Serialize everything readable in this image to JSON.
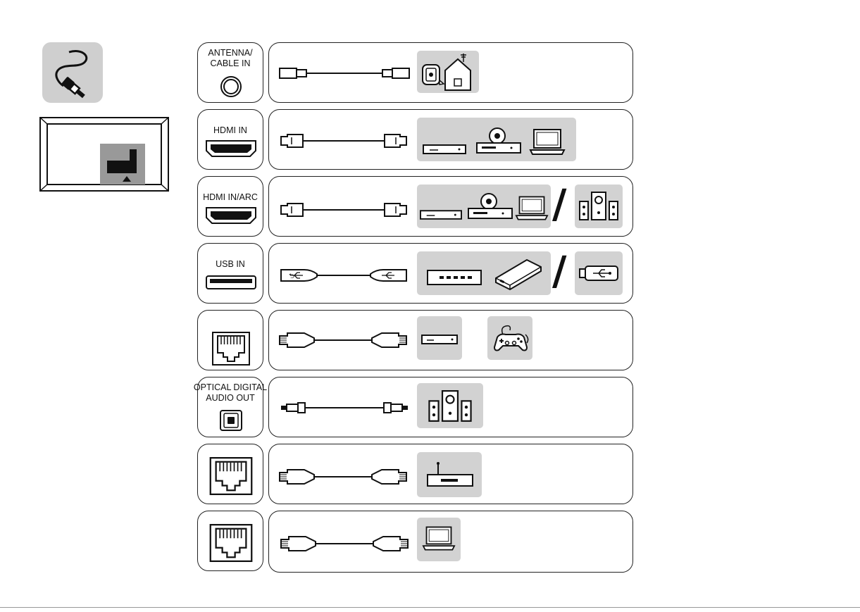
{
  "ports": [
    {
      "id": "antenna",
      "label_lines": [
        "ANTENNA/",
        "CABLE IN"
      ]
    },
    {
      "id": "hdmi",
      "label_lines": [
        "HDMI IN"
      ]
    },
    {
      "id": "hdmi-arc",
      "label_lines": [
        "HDMI IN/ARC"
      ]
    },
    {
      "id": "usb",
      "label_lines": [
        "USB IN"
      ]
    },
    {
      "id": "lan-1",
      "label_lines": []
    },
    {
      "id": "optical",
      "label_lines": [
        "OPTICAL DIGITAL",
        "AUDIO OUT"
      ]
    },
    {
      "id": "lan-2",
      "label_lines": []
    },
    {
      "id": "lan-3",
      "label_lines": []
    }
  ],
  "colors": {
    "line": "#222222",
    "tile_gray": "#d2d2d2",
    "panel_gray": "#cfcfcf"
  },
  "icons": [
    "cable-icon",
    "tv-back-icon",
    "coax-cable-icon",
    "house-antenna-icon",
    "hdmi-cable-icon",
    "set-top-box-icon",
    "dvd-player-icon",
    "laptop-icon",
    "speaker-system-icon",
    "usb-cable-icon",
    "usb-hub-icon",
    "hard-drive-icon",
    "usb-stick-icon",
    "lan-cable-icon",
    "game-console-icon",
    "optical-cable-icon",
    "router-icon"
  ],
  "separator_symbol": "/"
}
